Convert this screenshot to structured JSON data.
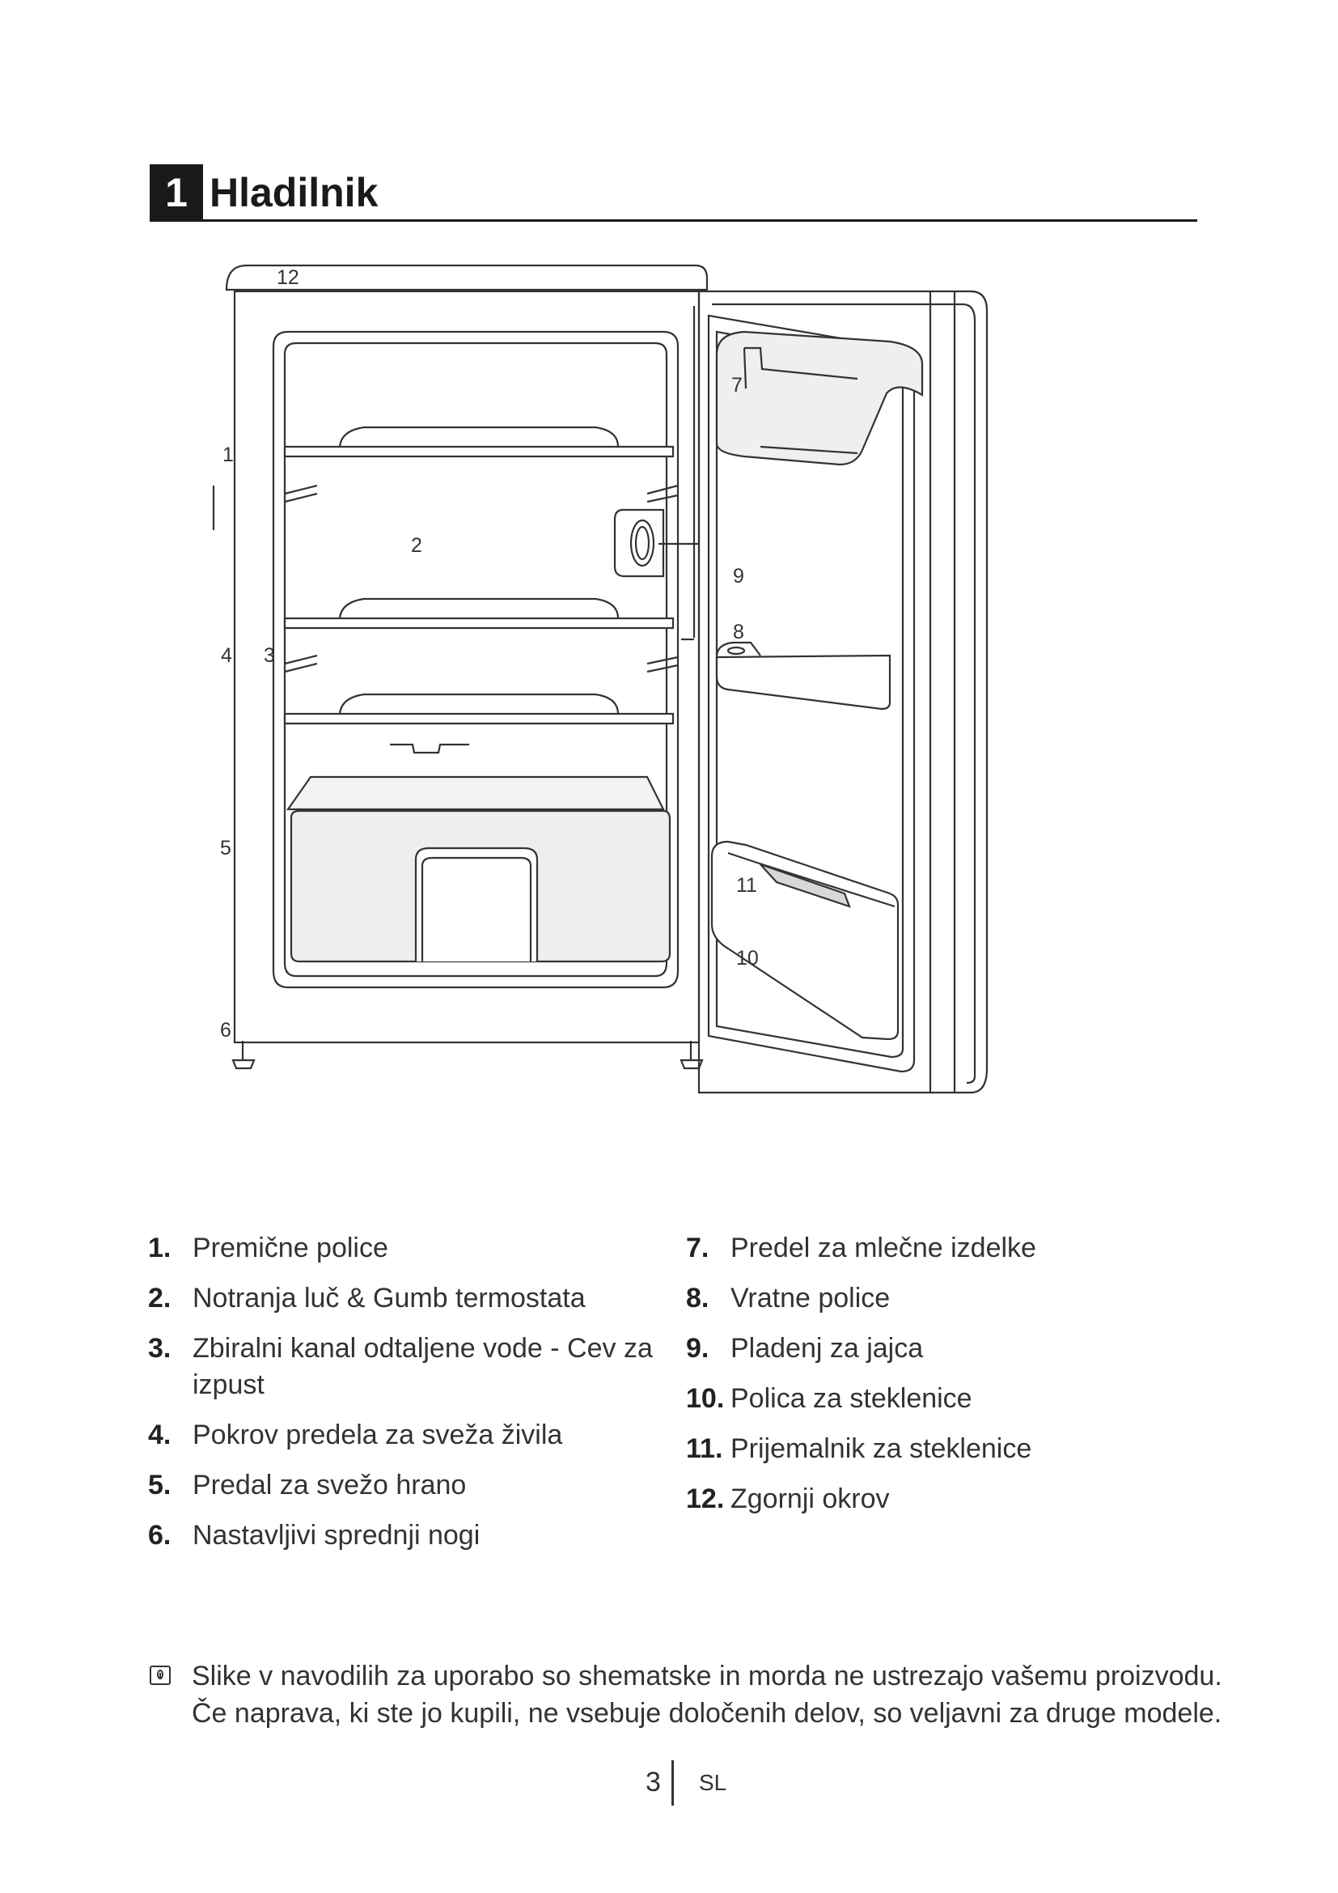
{
  "section": {
    "number": "1",
    "title": "Hladilnik"
  },
  "diagram": {
    "callouts": [
      "12",
      "1",
      "2",
      "3",
      "4",
      "5",
      "6",
      "7",
      "8",
      "9",
      "10",
      "11"
    ]
  },
  "legend_left": [
    {
      "num": "1.",
      "text": "Premične police"
    },
    {
      "num": "2.",
      "text": "Notranja luč & Gumb termostata"
    },
    {
      "num": "3.",
      "text": "Zbiralni kanal odtaljene vode - Cev za izpust"
    },
    {
      "num": "4.",
      "text": "Pokrov predela za sveža živila"
    },
    {
      "num": "5.",
      "text": "Predal za svežo hrano"
    },
    {
      "num": "6.",
      "text": "Nastavljivi sprednji nogi"
    }
  ],
  "legend_right": [
    {
      "num": "7.",
      "text": "Predel za mlečne izdelke"
    },
    {
      "num": "8.",
      "text": "Vratne police"
    },
    {
      "num": "9.",
      "text": "Pladenj za jajca"
    },
    {
      "num": "10.",
      "text": "Polica za steklenice"
    },
    {
      "num": "11.",
      "text": "Prijemalnik za steklenice"
    },
    {
      "num": "12.",
      "text": "Zgornji okrov"
    }
  ],
  "note": {
    "icon": "info-icon",
    "line1": "Slike v navodilih za uporabo so shematske in morda ne ustrezajo vašemu proizvodu.",
    "line2": "Če naprava, ki ste jo kupili, ne vsebuje določenih delov, so veljavni za druge modele."
  },
  "footer": {
    "page": "3",
    "lang": "SL"
  }
}
